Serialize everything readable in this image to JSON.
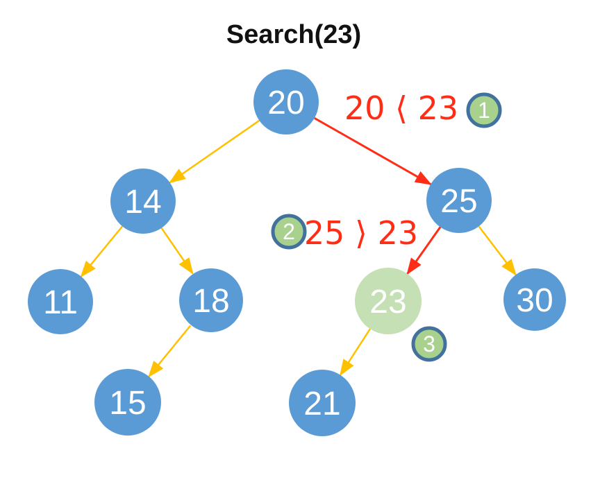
{
  "title": "Search(23)",
  "search_target": "23",
  "colors": {
    "node_fill": "#5B9BD5",
    "node_found_fill": "#C5E0B4",
    "node_text": "#FFFFFF",
    "edge_default": "#FFC000",
    "edge_search_path": "#FF2D16",
    "comparison_text": "#FF2D16",
    "badge_fill": "#A9D18E",
    "badge_border": "#41719C",
    "badge_text": "#FFFFFF",
    "title_text": "#111111",
    "background": "#FFFFFF"
  },
  "nodes": {
    "n20": {
      "label": "20",
      "state": "normal"
    },
    "n14": {
      "label": "14",
      "state": "normal"
    },
    "n25": {
      "label": "25",
      "state": "normal"
    },
    "n11": {
      "label": "11",
      "state": "normal"
    },
    "n18": {
      "label": "18",
      "state": "normal"
    },
    "n23": {
      "label": "23",
      "state": "found"
    },
    "n30": {
      "label": "30",
      "state": "normal"
    },
    "n15": {
      "label": "15",
      "state": "normal"
    },
    "n21": {
      "label": "21",
      "state": "normal"
    }
  },
  "edges": [
    {
      "from": "20",
      "to": "14",
      "style": "default"
    },
    {
      "from": "20",
      "to": "25",
      "style": "search"
    },
    {
      "from": "14",
      "to": "11",
      "style": "default"
    },
    {
      "from": "14",
      "to": "18",
      "style": "default"
    },
    {
      "from": "18",
      "to": "15",
      "style": "default"
    },
    {
      "from": "25",
      "to": "23",
      "style": "search"
    },
    {
      "from": "25",
      "to": "30",
      "style": "default"
    },
    {
      "from": "23",
      "to": "21",
      "style": "default"
    }
  ],
  "steps": {
    "step1": {
      "badge": "1",
      "text": "20 ⟨ 23"
    },
    "step2": {
      "badge": "2",
      "text": "25 ⟩ 23"
    },
    "step3": {
      "badge": "3",
      "text": ""
    }
  }
}
